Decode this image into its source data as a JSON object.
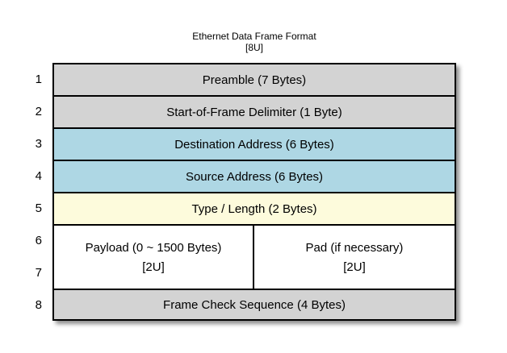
{
  "title": {
    "line1": "Ethernet Data Frame Format",
    "line2": "[8U]"
  },
  "colors": {
    "gray": "#d3d3d3",
    "blue": "#aed7e4",
    "yellow": "#fdfbdc",
    "white": "#ffffff"
  },
  "row_numbers": [
    "1",
    "2",
    "3",
    "4",
    "5",
    "6",
    "7",
    "8"
  ],
  "rows": [
    {
      "label": "Preamble (7 Bytes)",
      "fill": "gray"
    },
    {
      "label": "Start-of-Frame Delimiter (1 Byte)",
      "fill": "gray"
    },
    {
      "label": "Destination Address (6 Bytes)",
      "fill": "blue"
    },
    {
      "label": "Source Address (6 Bytes)",
      "fill": "blue"
    },
    {
      "label": "Type / Length (2 Bytes)",
      "fill": "yellow"
    },
    {
      "fill": "white",
      "cells": [
        {
          "line1": "Payload (0 ~ 1500 Bytes)",
          "line2": "[2U]"
        },
        {
          "line1": "Pad (if necessary)",
          "line2": "[2U]"
        }
      ]
    },
    {
      "label": "Frame Check Sequence (4 Bytes)",
      "fill": "gray"
    }
  ]
}
